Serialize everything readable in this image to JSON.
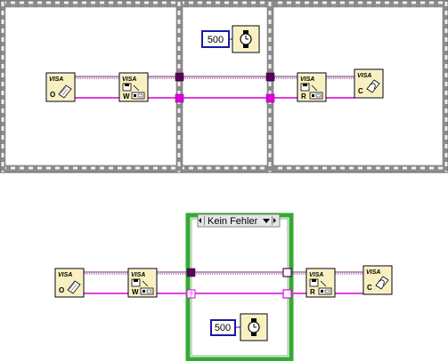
{
  "seq_top": {
    "const_value": "500",
    "wait_icon": "wait-ms-clock-icon",
    "frames": 3
  },
  "case_bottom": {
    "selector_label": "Kein Fehler",
    "const_value": "500",
    "wait_icon": "wait-ms-clock-icon"
  },
  "vi_icons": {
    "open": {
      "brand": "VISA",
      "letter": "O",
      "icon": "visa-open-icon"
    },
    "write": {
      "brand": "VISA",
      "letter": "W",
      "icon": "visa-write-icon"
    },
    "read": {
      "brand": "VISA",
      "letter": "R",
      "icon": "visa-read-icon"
    },
    "close": {
      "brand": "VISA",
      "letter": "C",
      "icon": "visa-close-icon"
    }
  },
  "colors": {
    "visa_wire": "#7a2a7a",
    "error_wire": "#e040e0",
    "tunnel_dark": "#5a005a",
    "tunnel_pink": "#e000e0",
    "sequence_frame": "#9a9a9a",
    "case_border": "#33aa33",
    "constant_border": "#1a1aa0",
    "vi_bg": "#f8f0c0"
  }
}
